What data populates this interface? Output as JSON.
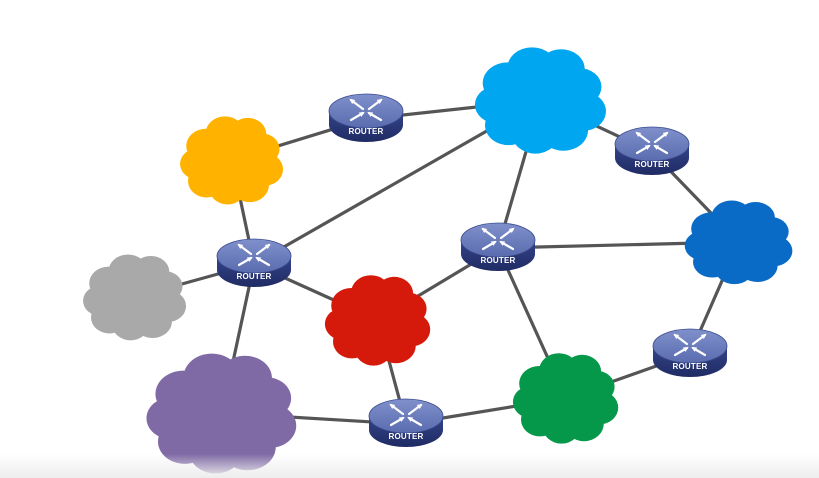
{
  "colors": {
    "link": "#555555",
    "router_top": "#6e7fbd",
    "router_side": "#2b3a78",
    "router_arrows": "#ffffff",
    "cloud_orange": "#ffb300",
    "cloud_light_blue": "#00a6ef",
    "cloud_dark_blue": "#0a6bc7",
    "cloud_gray": "#a9a9a9",
    "cloud_red": "#d51a0c",
    "cloud_purple": "#7f6aa6",
    "cloud_green": "#06984a"
  },
  "routers": [
    {
      "id": "r1",
      "label": "ROUTER",
      "icon": "router-icon"
    },
    {
      "id": "r2",
      "label": "ROUTER",
      "icon": "router-icon"
    },
    {
      "id": "r3",
      "label": "ROUTER",
      "icon": "router-icon"
    },
    {
      "id": "r4",
      "label": "ROUTER",
      "icon": "router-icon"
    },
    {
      "id": "r5",
      "label": "ROUTER",
      "icon": "router-icon"
    },
    {
      "id": "r6",
      "label": "ROUTER",
      "icon": "router-icon"
    }
  ],
  "clouds": [
    {
      "id": "c-orange",
      "color": "#ffb300",
      "icon": "cloud-icon"
    },
    {
      "id": "c-lightblue",
      "color": "#00a6ef",
      "icon": "cloud-icon"
    },
    {
      "id": "c-darkblue",
      "color": "#0a6bc7",
      "icon": "cloud-icon"
    },
    {
      "id": "c-gray",
      "color": "#a9a9a9",
      "icon": "cloud-icon"
    },
    {
      "id": "c-red",
      "color": "#d51a0c",
      "icon": "cloud-icon"
    },
    {
      "id": "c-purple",
      "color": "#7f6aa6",
      "icon": "cloud-icon"
    },
    {
      "id": "c-green",
      "color": "#06984a",
      "icon": "cloud-icon"
    }
  ],
  "links": [
    [
      "c-orange",
      "r1"
    ],
    [
      "r1",
      "c-lightblue"
    ],
    [
      "c-lightblue",
      "r2"
    ],
    [
      "r2",
      "c-darkblue"
    ],
    [
      "c-lightblue",
      "r4"
    ],
    [
      "c-lightblue",
      "r3"
    ],
    [
      "c-orange",
      "r3"
    ],
    [
      "c-gray",
      "r3"
    ],
    [
      "r3",
      "c-red"
    ],
    [
      "r3",
      "c-purple"
    ],
    [
      "c-red",
      "r4"
    ],
    [
      "r4",
      "c-darkblue"
    ],
    [
      "r4",
      "c-green"
    ],
    [
      "c-darkblue",
      "r5"
    ],
    [
      "r5",
      "c-green"
    ],
    [
      "c-red",
      "r6"
    ],
    [
      "c-purple",
      "r6"
    ],
    [
      "r6",
      "c-green"
    ]
  ]
}
